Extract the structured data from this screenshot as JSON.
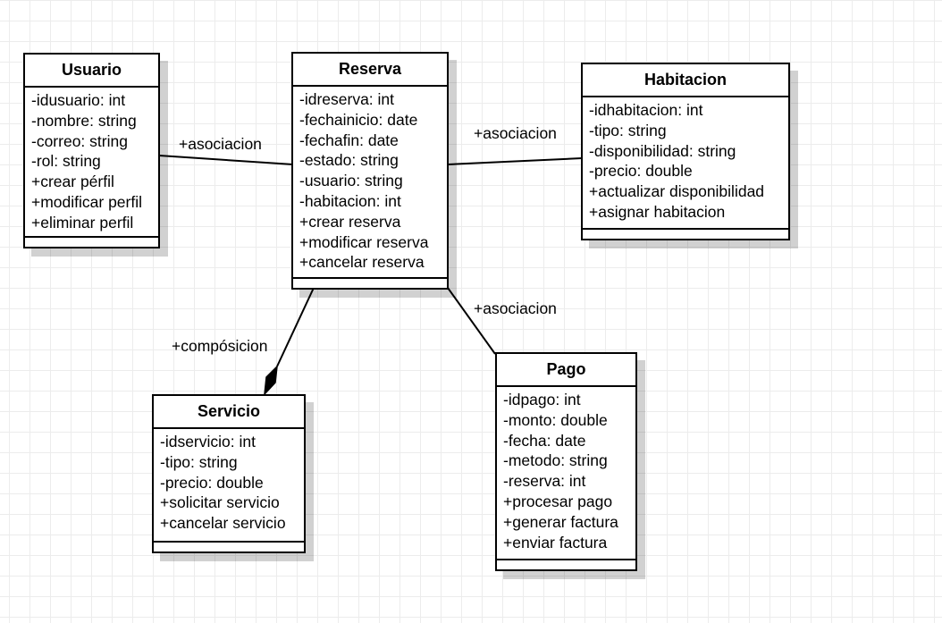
{
  "classes": {
    "usuario": {
      "name": "Usuario",
      "members": [
        "-idusuario: int",
        "-nombre: string",
        "-correo: string",
        "-rol: string",
        "+crear pérfil",
        "+modificar perfil",
        "+eliminar perfil"
      ]
    },
    "reserva": {
      "name": "Reserva",
      "members": [
        "-idreserva: int",
        "-fechainicio: date",
        "-fechafin: date",
        "-estado: string",
        "-usuario: string",
        "-habitacion: int",
        "+crear reserva",
        "+modificar reserva",
        "+cancelar reserva"
      ]
    },
    "habitacion": {
      "name": "Habitacion",
      "members": [
        "-idhabitacion: int",
        "-tipo: string",
        "-disponibilidad: string",
        "-precio: double",
        "+actualizar disponibilidad",
        "+asignar habitacion"
      ]
    },
    "servicio": {
      "name": "Servicio",
      "members": [
        "-idservicio: int",
        "-tipo: string",
        "-precio: double",
        "+solicitar servicio",
        "+cancelar servicio"
      ]
    },
    "pago": {
      "name": "Pago",
      "members": [
        "-idpago: int",
        "-monto: double",
        "-fecha: date",
        "-metodo: string",
        "-reserva: int",
        "+procesar pago",
        "+generar factura",
        "+enviar factura"
      ]
    }
  },
  "relations": {
    "usuario_reserva": "+asociacion",
    "reserva_habitacion": "+asociacion",
    "reserva_pago": "+asociacion",
    "reserva_servicio": "+compósicion"
  }
}
